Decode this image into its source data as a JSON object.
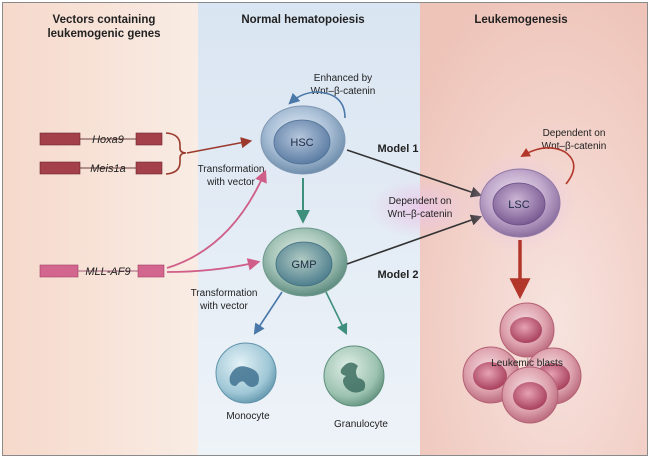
{
  "panels": {
    "vectors": {
      "title_line1": "Vectors containing",
      "title_line2": "leukemogenic genes"
    },
    "normal": {
      "title": "Normal hematopoiesis"
    },
    "leukemo": {
      "title": "Leukemogenesis"
    }
  },
  "genes": {
    "hoxa9": "Hoxa9",
    "meis1a": "Meis1a",
    "mll": "MLL-AF9"
  },
  "transform": {
    "line1": "Transformation",
    "line2": "with vector"
  },
  "cells": {
    "hsc": "HSC",
    "gmp": "GMP",
    "lsc": "LSC",
    "monocyte": "Monocyte",
    "granulocyte": "Granulocyte",
    "blasts": "Leukemic blasts"
  },
  "notes": {
    "enhanced_line1": "Enhanced by",
    "enhanced_line2": "Wnt–β-catenin",
    "dependent_lsc_line1": "Dependent on",
    "dependent_lsc_line2": "Wnt–β-catenin",
    "dependent_mid_line1": "Dependent on",
    "dependent_mid_line2": "Wnt–β-catenin"
  },
  "models": {
    "m1": "Model 1",
    "m2": "Model 2"
  },
  "colors": {
    "left_bg": "#f8e6dc",
    "mid_bg": "#dfe8f3",
    "right_bg": "#f3d6cf",
    "gene_box": "#a3404a",
    "brace": "#9b3a2c",
    "pink_arrow": "#cf5e88",
    "teal_arrow": "#3e8f7b",
    "blue_arrow": "#4a78a8",
    "dark_arrow": "#333333",
    "red_arrow": "#b2362a"
  }
}
